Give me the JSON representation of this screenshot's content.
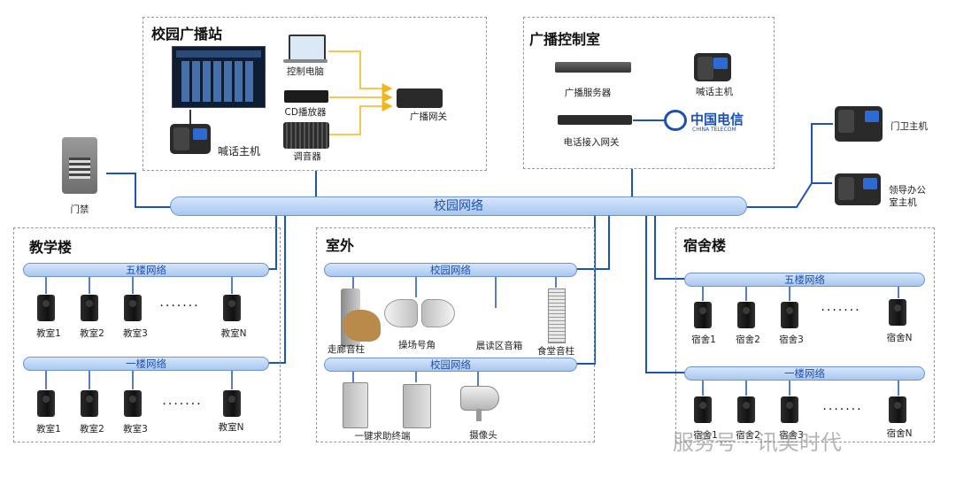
{
  "labels": {
    "campus_station": "校园广播站",
    "control_room": "广播控制室",
    "teaching_building": "教学楼",
    "outdoor": "室外",
    "dormitory": "宿舍楼",
    "campus_network": "校园网络",
    "fifth_floor_network": "五楼网络",
    "first_floor_network": "一楼网络",
    "control_pc": "控制电脑",
    "cd_player": "CD播放器",
    "mixer": "调音器",
    "broadcast_gateway": "广播网关",
    "intercom_host": "喊话主机",
    "broadcast_server": "广播服务器",
    "phone_gateway": "电话接入网关",
    "china_telecom_cn": "中国电信",
    "china_telecom_en": "CHINA TELECOM",
    "access_control": "门禁",
    "guard_host": "门卫主机",
    "leader_office_host_line1": "领导办公",
    "leader_office_host_line2": "室主机",
    "classroom1": "教室1",
    "classroom2": "教室2",
    "classroom3": "教室3",
    "classroomN": "教室N",
    "walkway_speaker": "走廊音柱",
    "playground_horn": "操场号角",
    "reading_area_speaker": "晨读区音箱",
    "canteen_column": "食堂音柱",
    "help_terminal": "一键求助终端",
    "camera": "摄像头",
    "dorm1": "宿舍1",
    "dorm2": "宿舍2",
    "dorm3": "宿舍3",
    "dormN": "宿舍N",
    "ellipsis": "·······",
    "watermark": "服务号 · 讯美时代"
  },
  "colors": {
    "network_line": "#1f53b8",
    "feed_arrow": "#f2b51c",
    "bus_text": "#1f4fb2",
    "telecom": "#1a4fb3"
  }
}
